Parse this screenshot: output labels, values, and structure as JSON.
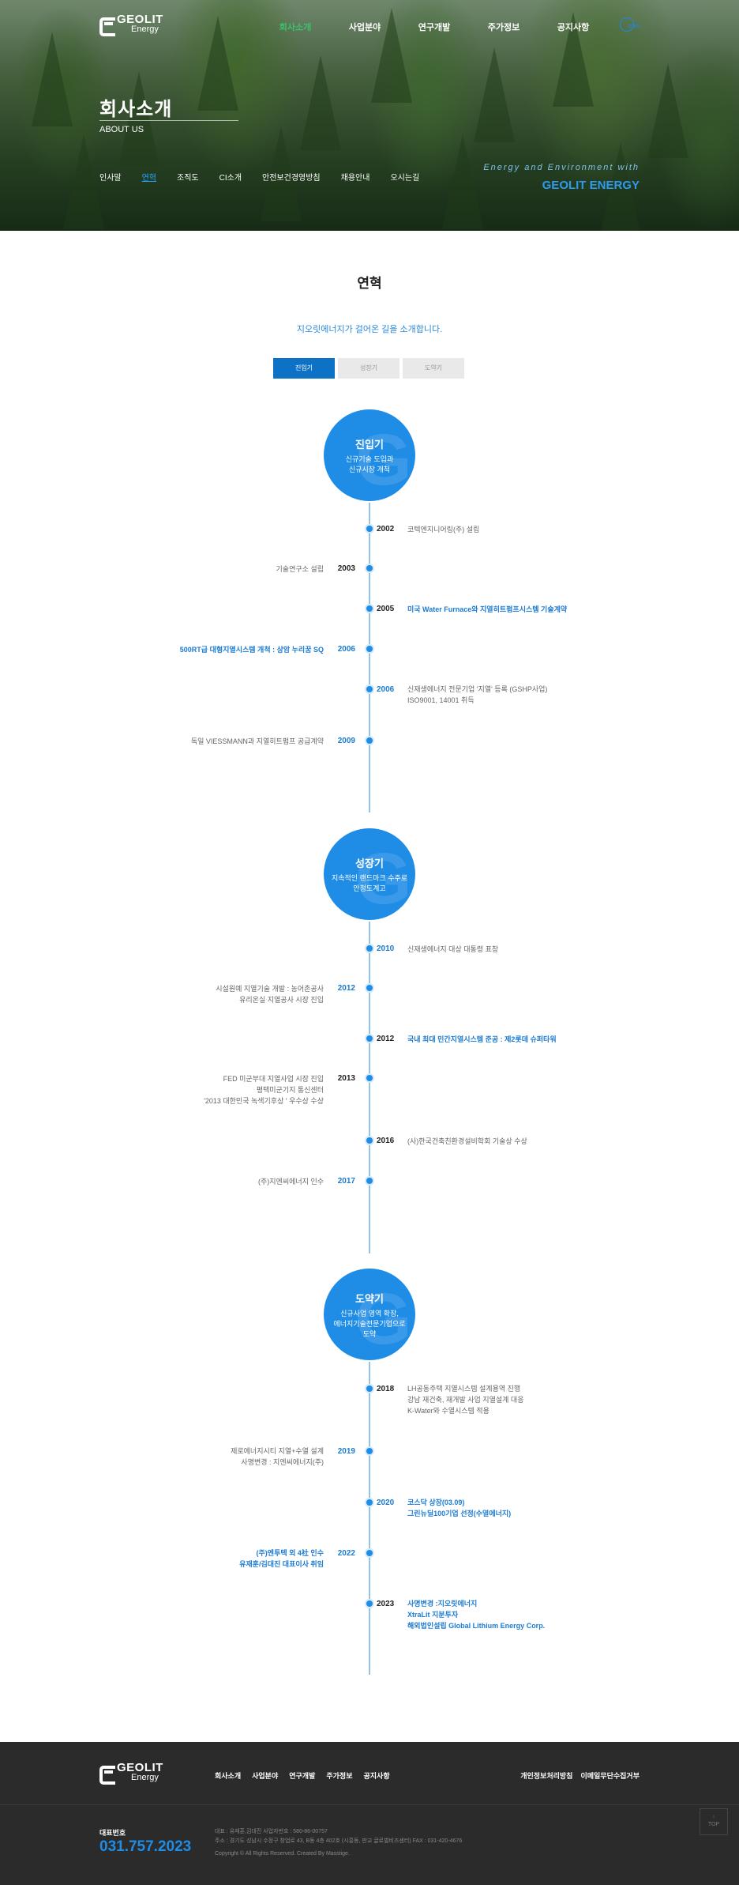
{
  "header": {
    "logo": {
      "line1": "GEOLIT",
      "line2": "Energy"
    },
    "nav": [
      "회사소개",
      "사업분야",
      "연구개발",
      "주가정보",
      "공지사항"
    ],
    "lang": "ENG"
  },
  "hero": {
    "title": "회사소개",
    "subtitle": "ABOUT US",
    "subnav": [
      "인사말",
      "연혁",
      "조직도",
      "CI소개",
      "안전보건경영방침",
      "채용안내",
      "오시는길"
    ],
    "slogan1": "Energy and Environment with",
    "slogan2": "GEOLIT ENERGY"
  },
  "content": {
    "title": "연혁",
    "intro": "지오릿에너지가 걸어온 길을 소개합니다.",
    "tabs": [
      "진입기",
      "성장기",
      "도약기"
    ]
  },
  "periods": [
    {
      "title": "진입기",
      "desc": [
        "신규기술 도입과",
        "신규시장 개척"
      ],
      "events": [
        {
          "year": "2002",
          "text": [
            "코텍엔지니어링(주) 설립"
          ],
          "highlight": false
        },
        {
          "year": "2003",
          "text": [
            "기술연구소 설립"
          ],
          "highlight": false
        },
        {
          "year": "2005",
          "text": [
            "미국 Water Furnace와 지열히트펌프시스템 기술계약"
          ],
          "highlight": true
        },
        {
          "year": "2006",
          "text": [
            "500RT급 대형지열시스템 개척 : 상암 누리꿈 SQ"
          ],
          "highlight": true
        },
        {
          "year": "2006",
          "text": [
            "신재생에너지 전문기업 '지열' 등록 (GSHP사업)",
            "ISO9001, 14001 취득"
          ],
          "highlight": false
        },
        {
          "year": "2009",
          "text": [
            "독일 VIESSMANN과 지열히트펌프 공급계약"
          ],
          "highlight": false
        }
      ]
    },
    {
      "title": "성장기",
      "desc": [
        "지속적인 랜드마크 수주로",
        "안정도계고"
      ],
      "events": [
        {
          "year": "2010",
          "text": [
            "신재생에너지 대상 대통령 표창"
          ],
          "highlight": false
        },
        {
          "year": "2012",
          "text": [
            "시설원예 지열기술 개발 : 농어촌공사",
            "유리온실 지열공사 시장 진입"
          ],
          "highlight": false
        },
        {
          "year": "2012",
          "text": [
            "국내 최대 민간지열시스템 준공 : 제2롯데 슈퍼타워"
          ],
          "highlight": true
        },
        {
          "year": "2013",
          "text": [
            "FED 미군부대 지열사업 시장 진입",
            "평택미군기지 통신센터",
            "'2013 대한민국 녹색기후상 ' 우수상 수상"
          ],
          "highlight": false
        },
        {
          "year": "2016",
          "text": [
            "(사)한국건축친환경설비학회 기술상 수상"
          ],
          "highlight": false
        },
        {
          "year": "2017",
          "text": [
            "(주)지엔씨에너지 인수"
          ],
          "highlight": false
        }
      ]
    },
    {
      "title": "도약기",
      "desc": [
        "신규사업 영역 확장,",
        "에너지기술전문기업으로",
        "도약"
      ],
      "events": [
        {
          "year": "2018",
          "text": [
            "LH공동주택 지열시스템 설계용역 진행",
            "강남 재건축, 재개발 사업 지열설계 대응",
            "K-Water와 수열시스템 적용"
          ],
          "highlight": false
        },
        {
          "year": "2019",
          "text": [
            "제로에너지시티 지열+수열 설계",
            "사명변경 : 지엔씨에너지(주)"
          ],
          "highlight": false
        },
        {
          "year": "2020",
          "text": [
            "코스닥 상장(03.09)",
            "그린뉴딜100기업 선정(수열에너지)"
          ],
          "highlight": true
        },
        {
          "year": "2022",
          "text": [
            "(주)엔투텍 외 4社 인수",
            "유재훈/김대진 대표이사 취임"
          ],
          "highlight": true
        },
        {
          "year": "2023",
          "text": [
            "사명변경 :지오릿에너지",
            "XtraLit 지분투자",
            "해외법인설립 Global Lithium Energy Corp."
          ],
          "highlight": true
        }
      ]
    }
  ],
  "footer": {
    "nav": [
      "회사소개",
      "사업분야",
      "연구개발",
      "주가정보",
      "공지사항"
    ],
    "policy": [
      "개인정보처리방침",
      "이메일무단수집거부"
    ],
    "rep_label": "대표번호",
    "rep_phone": "031.757.2023",
    "info1": "대표 : 유재훈,김대진      사업자번호 : 580-86-00757",
    "info2": "주소 : 경기도 성남시 수정구 창업로 43, B동 4층 402호 (시흥동, 판교 글로벌비즈센터)       FAX : 031-420-4676",
    "copyright": "Copyright © All Rights Reserved. Created By Masstige.",
    "top": "TOP"
  }
}
